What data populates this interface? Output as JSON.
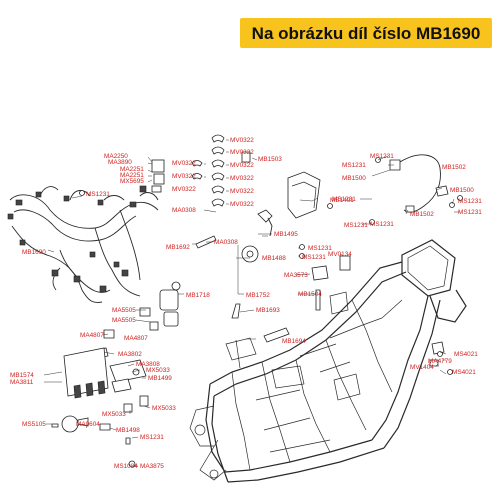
{
  "banner": {
    "text": "Na obrázku díl číslo MB1690",
    "color": "#f7c31c"
  },
  "label_color": "#d22020",
  "labels": [
    "MA2250",
    "MA3890",
    "MA2251",
    "MA2251",
    "MX5695",
    "MV0322",
    "MV0322",
    "MV0322",
    "MV0322",
    "MV0322",
    "MV0322",
    "MV0322",
    "MV0322",
    "MV0322",
    "MB1503",
    "MS1231",
    "MB1690",
    "MA0308",
    "MA0308",
    "MB1692",
    "MB1495",
    "MB1488",
    "MB1718",
    "MB1752",
    "MA5505",
    "MA5505",
    "MB1693",
    "MS1231",
    "MS1231",
    "MS1231",
    "MS1231",
    "MB1502",
    "MB1500",
    "MB1500",
    "MS1231",
    "MS1231",
    "MB1491",
    "MB1502",
    "MS1231",
    "MS1231",
    "MS1231",
    "MV0134",
    "MA3573",
    "MB1504",
    "MA4807",
    "MA4807",
    "MB1694",
    "MA3802",
    "MA3808",
    "MX5033",
    "MB1574",
    "MA3811",
    "MB1499",
    "MX5033",
    "MX5033",
    "MS5105",
    "MA0604",
    "MB1498",
    "MS1231",
    "MS1084",
    "MA3875",
    "MS4021",
    "MA4779",
    "MV1404",
    "MS4021"
  ]
}
